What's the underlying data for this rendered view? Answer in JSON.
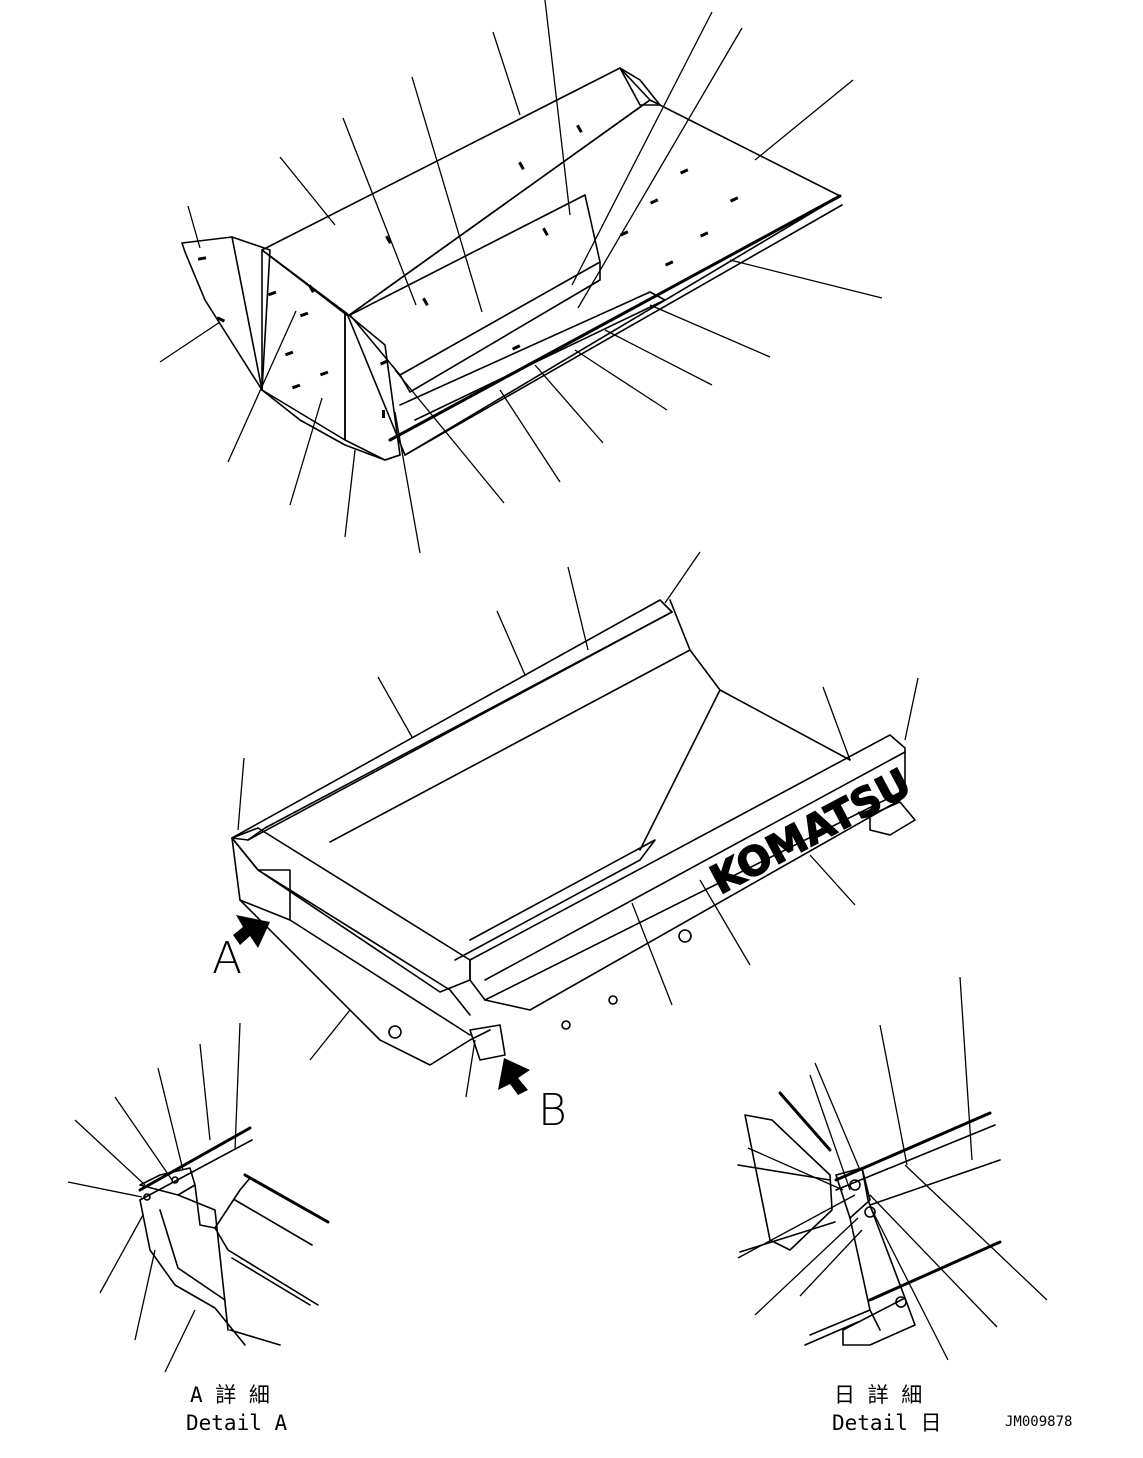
{
  "labels": {
    "view_a_letter": "A",
    "view_b_letter": "B",
    "detail_a_jp": "A 詳 細",
    "detail_a_en": "Detail A",
    "detail_b_jp": "日 詳 細",
    "detail_b_en": "Detail 日",
    "drawing_number": "JM009878",
    "brand_logo": "KOMATSU"
  }
}
